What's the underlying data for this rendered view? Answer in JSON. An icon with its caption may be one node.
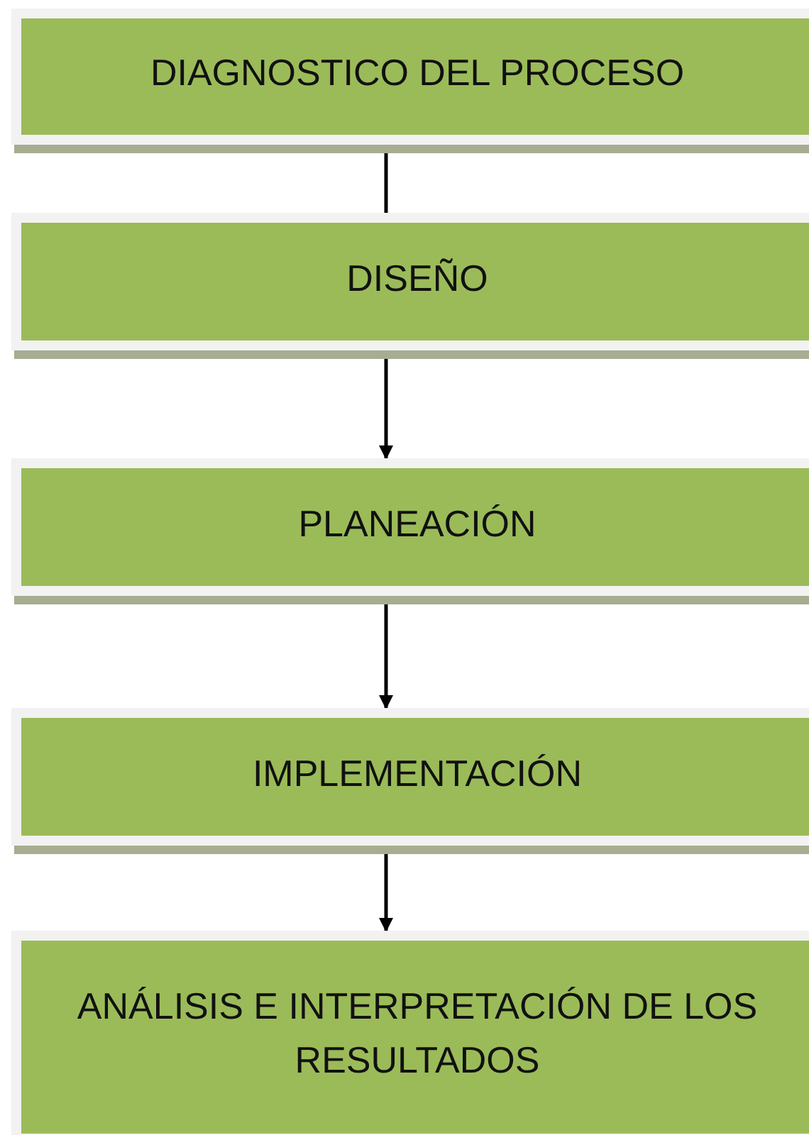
{
  "diagram": {
    "nodes": [
      {
        "text": [
          "DIAGNOSTICO DEL PROCESO"
        ]
      },
      {
        "text": [
          "DISEÑO"
        ]
      },
      {
        "text": [
          "PLANEACIÓN"
        ]
      },
      {
        "text": [
          "IMPLEMENTACIÓN"
        ]
      },
      {
        "text": [
          "ANÁLISIS E INTERPRETACIÓN DE LOS RESULTADOS"
        ]
      }
    ],
    "edges": [
      {
        "from": 0,
        "to": 1,
        "arrow": "none"
      },
      {
        "from": 1,
        "to": 2,
        "arrow": "to"
      },
      {
        "from": 2,
        "to": 3,
        "arrow": "to"
      },
      {
        "from": 3,
        "to": 4,
        "arrow": "to"
      }
    ]
  }
}
